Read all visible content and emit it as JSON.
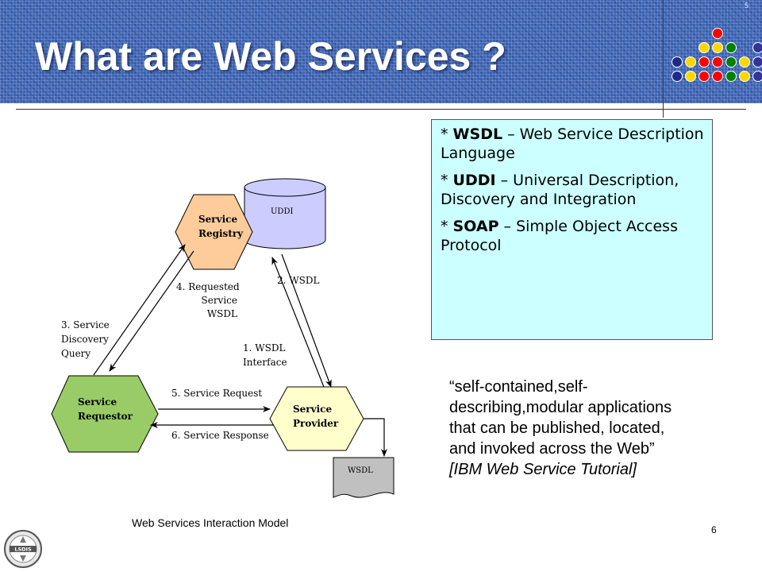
{
  "slide": {
    "title": "What are Web Services ?",
    "page_mark": "5",
    "slide_number": "6",
    "caption": "Web Services Interaction Model",
    "accent_color": "#3f66b5",
    "box_color": "#ccffff"
  },
  "definitions": [
    {
      "prefix": "* ",
      "term": "WSDL",
      "text": " – Web Service Description Language"
    },
    {
      "prefix": "* ",
      "term": "UDDI",
      "text": " – Universal Description, Discovery and Integration"
    },
    {
      "prefix": "* ",
      "term": "SOAP",
      "text": " – Simple Object Access Protocol"
    }
  ],
  "quote": {
    "text": "“self-contained,self-describing,modular applications that can be published, located, and invoked across the Web”",
    "source": "[IBM Web Service Tutorial]"
  },
  "diagram": {
    "uddi_label": "UDDI",
    "nodes": {
      "registry": {
        "line1": "Service",
        "line2": "Registry",
        "color": "#fdcc9a"
      },
      "requestor": {
        "line1": "Service",
        "line2": "Requestor",
        "color": "#99cc66"
      },
      "provider": {
        "line1": "Service",
        "line2": "Provider",
        "color": "#ffffcc"
      }
    },
    "uddi_color": "#ccccff",
    "wsdl_doc_label": "WSDL",
    "edges": {
      "wsdl_interface": [
        "1. WSDL",
        "Interface"
      ],
      "wsdl": [
        "2. WSDL"
      ],
      "discovery_query": [
        "3. Service",
        "Discovery",
        "Query"
      ],
      "requested_wsdl": [
        "4. Requested",
        "Service",
        "WSDL"
      ],
      "service_request": [
        "5. Service Request"
      ],
      "service_response": [
        "6. Service Response"
      ]
    }
  },
  "logo": {
    "text": "LSDIS"
  }
}
